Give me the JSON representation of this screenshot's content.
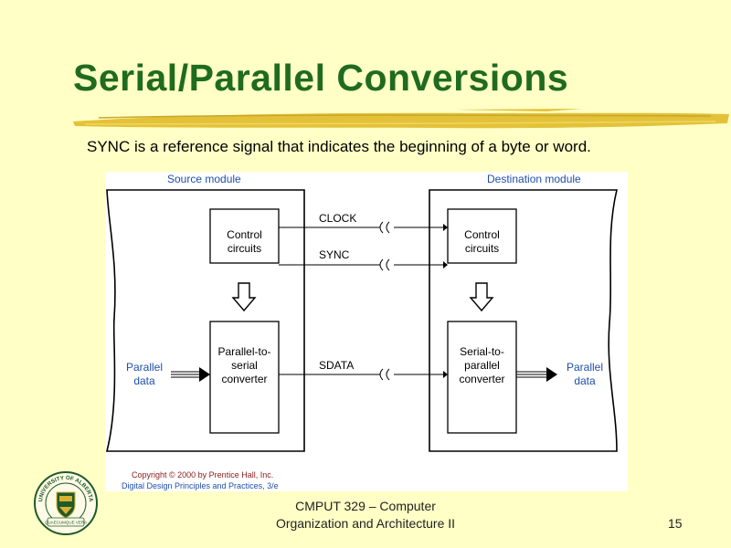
{
  "slide": {
    "title": "Serial/Parallel Conversions",
    "subtitle": "SYNC is a reference signal that indicates the beginning of a byte or word.",
    "footer_line1": "CMPUT 329 – Computer",
    "footer_line2": "Organization and Architecture II",
    "page_number": "15"
  },
  "diagram": {
    "source_module": "Source module",
    "destination_module": "Destination module",
    "left_control_1": "Control",
    "left_control_2": "circuits",
    "right_control_1": "Control",
    "right_control_2": "circuits",
    "p2s_1": "Parallel-to-",
    "p2s_2": "serial",
    "p2s_3": "converter",
    "s2p_1": "Serial-to-",
    "s2p_2": "parallel",
    "s2p_3": "converter",
    "clock": "CLOCK",
    "sync": "SYNC",
    "sdata": "SDATA",
    "parallel_in_1": "Parallel",
    "parallel_in_2": "data",
    "parallel_out_1": "Parallel",
    "parallel_out_2": "data",
    "copyright_1": "Copyright © 2000 by Prentice Hall, Inc.",
    "copyright_2": "Digital Design Principles and Practices, 3/e"
  },
  "logo": {
    "top_text": "UNIVERSITY OF ALBERTA",
    "motto": "QUAECUMQUE VERA",
    "colors": {
      "green": "#1f5a2a",
      "gold": "#d9b233"
    }
  },
  "colors": {
    "background": "#ffffc6",
    "title": "#1f6b1f",
    "brush": "#e3c23a",
    "label_blue": "#1f4fa8"
  }
}
